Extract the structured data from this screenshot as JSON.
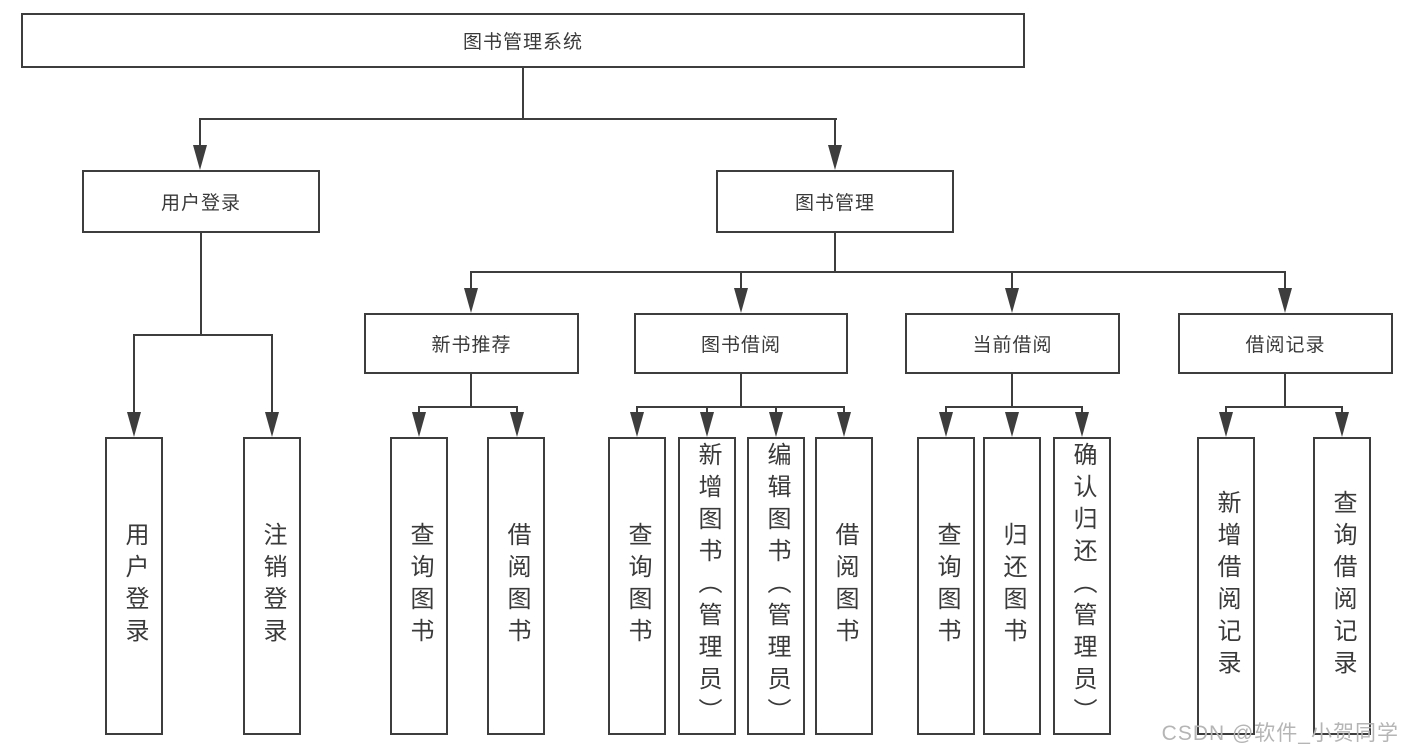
{
  "tree": {
    "label": "图书管理系统",
    "children": [
      {
        "label": "用户登录",
        "children": [
          {
            "label": "用户登录"
          },
          {
            "label": "注销登录"
          }
        ]
      },
      {
        "label": "图书管理",
        "children": [
          {
            "label": "新书推荐",
            "children": [
              {
                "label": "查询图书"
              },
              {
                "label": "借阅图书"
              }
            ]
          },
          {
            "label": "图书借阅",
            "children": [
              {
                "label": "查询图书"
              },
              {
                "label": "新增图书（管理员）"
              },
              {
                "label": "编辑图书（管理员）"
              },
              {
                "label": "借阅图书"
              }
            ]
          },
          {
            "label": "当前借阅",
            "children": [
              {
                "label": "查询图书"
              },
              {
                "label": "归还图书"
              },
              {
                "label": "确认归还（管理员）"
              }
            ]
          },
          {
            "label": "借阅记录",
            "children": [
              {
                "label": "新增借阅记录"
              },
              {
                "label": "查询借阅记录"
              }
            ]
          }
        ]
      }
    ]
  },
  "watermark": "CSDN @软件_小贺同学",
  "colors": {
    "line": "#3d3d3d",
    "text": "#3a3a3a",
    "background": "#ffffff",
    "watermark": "#b5b5b5"
  }
}
